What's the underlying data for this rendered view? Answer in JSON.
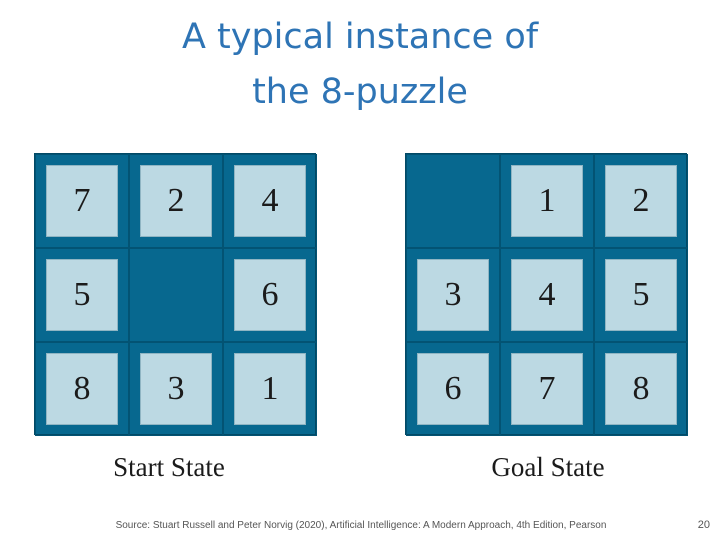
{
  "slide": {
    "title_line1": "A typical instance of",
    "title_line2": "the 8-puzzle",
    "source": "Source: Stuart Russell and Peter Norvig (2020), Artificial Intelligence: A Modern Approach, 4th Edition, Pearson",
    "page_number": "20",
    "title_color": "#2e74b5",
    "board_color": "#07688f",
    "tile_color": "#bcd9e3"
  },
  "start_state": {
    "caption": "Start State",
    "cells": [
      "7",
      "2",
      "4",
      "5",
      "",
      "6",
      "8",
      "3",
      "1"
    ]
  },
  "goal_state": {
    "caption": "Goal State",
    "cells": [
      "",
      "1",
      "2",
      "3",
      "4",
      "5",
      "6",
      "7",
      "8"
    ]
  }
}
